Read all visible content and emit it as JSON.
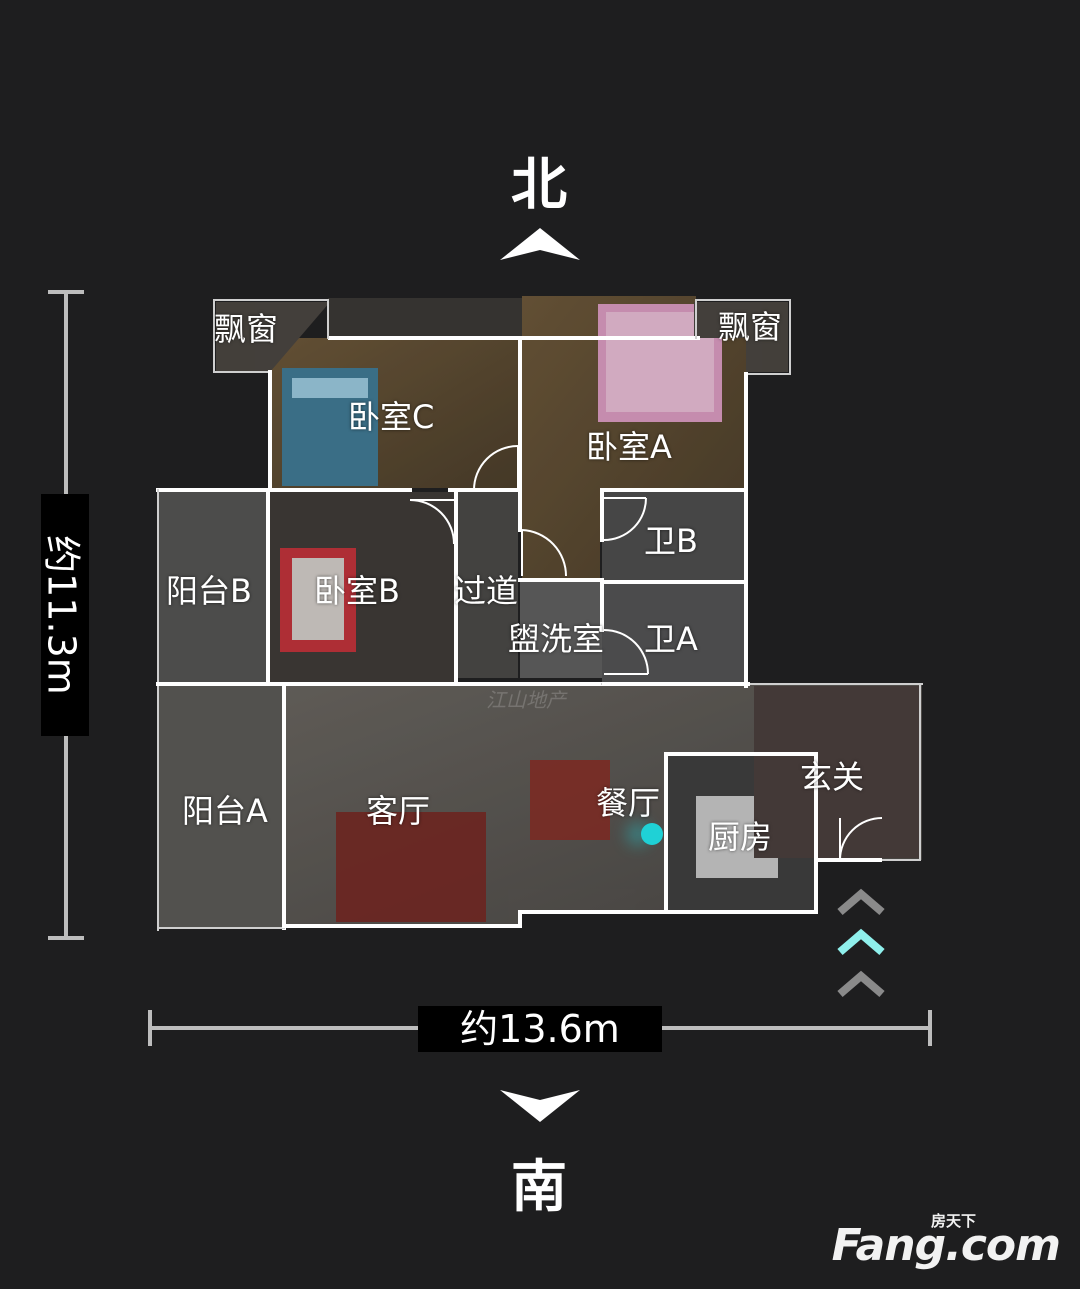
{
  "compass": {
    "north": "北",
    "south": "南"
  },
  "dimensions": {
    "height": "约11.3m",
    "width": "约13.6m"
  },
  "rooms": {
    "bay_window_left": "飘窗",
    "bay_window_right": "飘窗",
    "bedroom_c": "卧室C",
    "bedroom_a": "卧室A",
    "bedroom_b": "卧室B",
    "balcony_b": "阳台B",
    "corridor": "过道",
    "bath_b": "卫B",
    "bath_a": "卫A",
    "washroom": "盥洗室",
    "balcony_a": "阳台A",
    "living_room": "客厅",
    "dining_room": "餐厅",
    "kitchen": "厨房",
    "entrance": "玄关"
  },
  "watermark": "江山地产",
  "logo": {
    "main": "Fang.com",
    "sub": "房天下"
  },
  "colors": {
    "background": "#1e1e1f",
    "wall": "#ffffff",
    "location_marker": "#1fd1d6",
    "entry_chevron_active": "#8ff0ec",
    "entry_chevron": "#8a8a8a"
  }
}
